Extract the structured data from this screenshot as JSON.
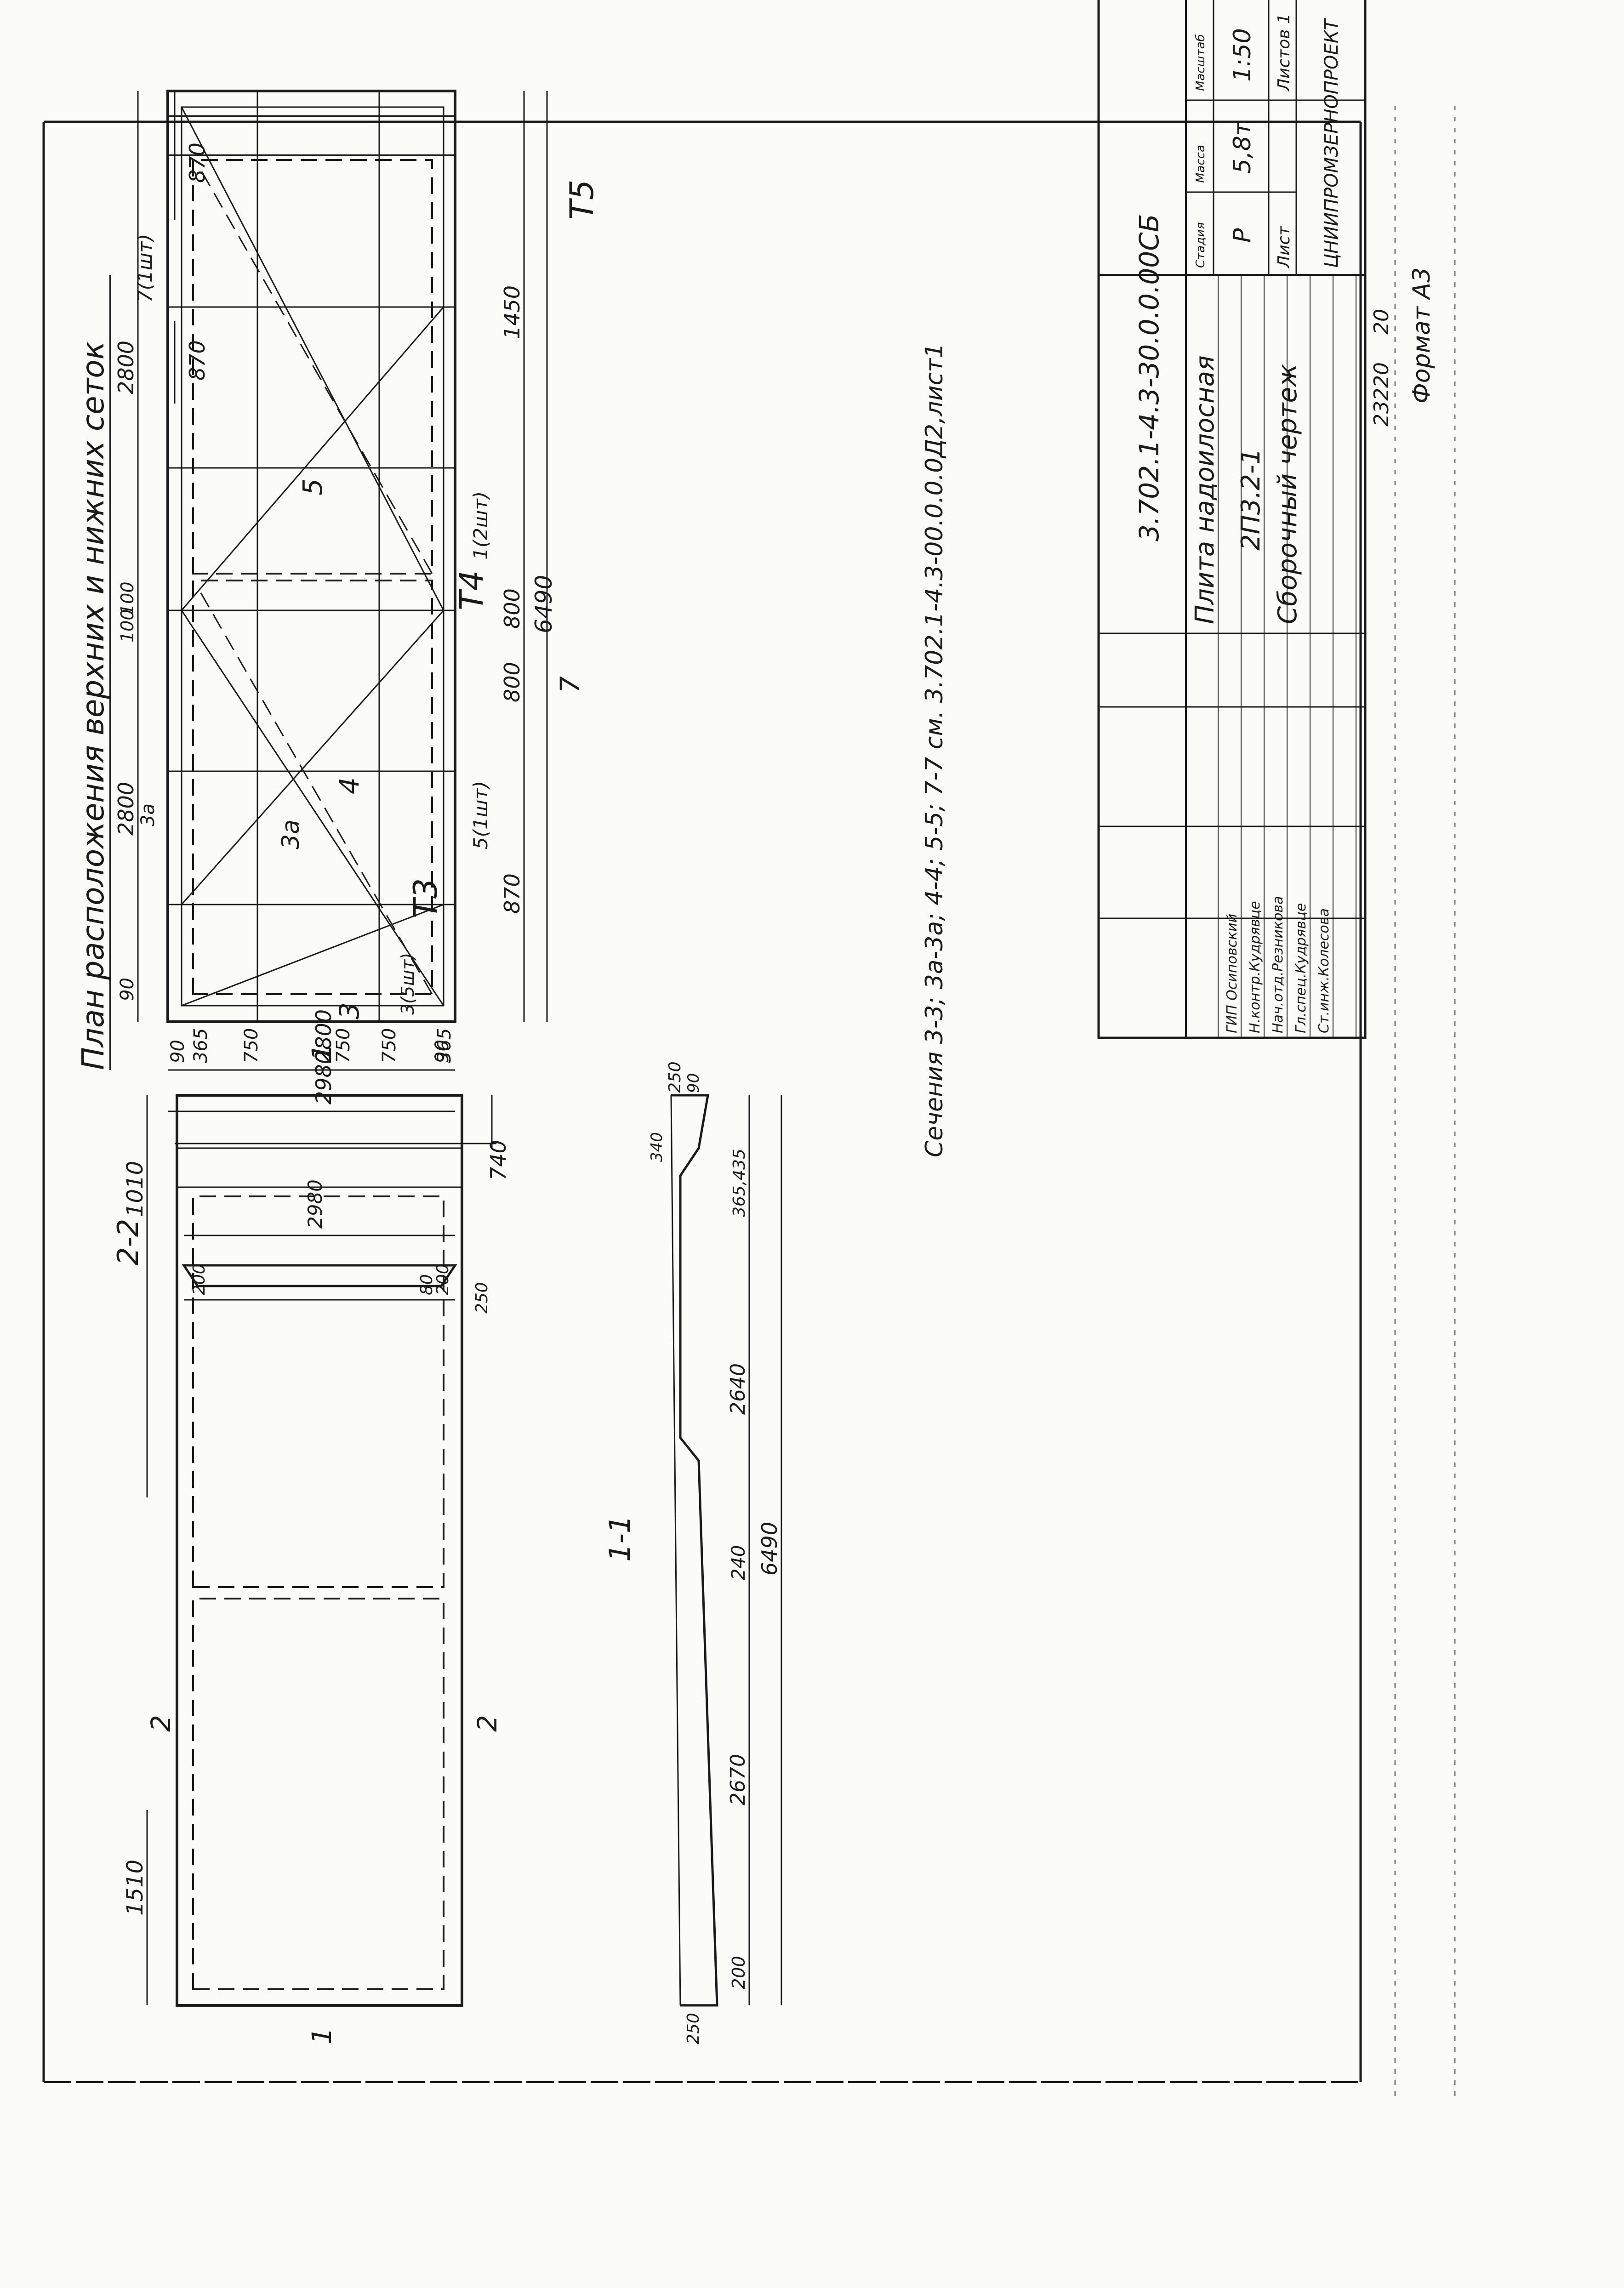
{
  "sheet": {
    "plan_title": "План расположения верхних и нижних сеток",
    "section_2_2_title": "2-2",
    "section_1_1_title": "1-1",
    "sections_note": "Сечения 3-3; 3а-3а; 4-4; 5-5; 7-7 см. 3.702.1-4.3-00.0.0.0Д2,лист1",
    "bottom_note_1": "23220",
    "bottom_note_2": "20",
    "format_label": "Формат А3"
  },
  "plan": {
    "marks": {
      "T5": "Т5",
      "T4": "Т4",
      "T3": "Т3",
      "cut5": "5",
      "cut4": "4",
      "cut3": "3",
      "cut3a": "3а",
      "cut7": "7"
    },
    "notes": {
      "n7": "7(1шт)",
      "n1": "1(2шт)",
      "n5": "5(1шт)",
      "n3": "3(5шт)"
    },
    "dims_top": [
      "870",
      "870"
    ],
    "dims_bottom": [
      "870",
      "800",
      "800",
      "1450"
    ],
    "dims_upper": [
      "90",
      "2800",
      "100",
      "100",
      "2800"
    ],
    "dim_3a": "3а",
    "overall_length": "6490",
    "width_dims": [
      "90",
      "2800",
      "90"
    ],
    "overall_width": "2980"
  },
  "view_1": {
    "dim_1010": "1010",
    "dim_1510": "1510",
    "dim_740": "740",
    "top_dims": [
      "365",
      "750",
      "750",
      "750",
      "365"
    ],
    "cut_mark_1": "1",
    "cut_mark_2": "2"
  },
  "view_2_2": {
    "overall": "2980",
    "left": "200",
    "right": "200",
    "thickness": "250",
    "slab": "80"
  },
  "view_1_1": {
    "dims": [
      "200",
      "2670",
      "240",
      "2640",
      "365,435"
    ],
    "overall": "6490",
    "left_h": "250",
    "right_h": "250",
    "top_a": "90",
    "top_b": "340"
  },
  "title_block": {
    "doc_code": "3.702.1-4.3-30.0.0.00СБ",
    "name_line1": "Плита надоилосная",
    "name_line2": "2П3.2-1",
    "name_line3": "Сборочный чертеж",
    "col_stage": "Стадия",
    "col_mass": "Масса",
    "col_scale": "Масштаб",
    "stage": "Р",
    "mass": "5,8т",
    "scale": "1:50",
    "sheet_label": "Лист",
    "sheets_label": "Листов 1",
    "org": "ЦНИИПРОМЗЕРНОПРОЕКТ",
    "signers": [
      "ГИП Осиповский",
      "Н.контр.Кудрявце",
      "Нач.отд.Резникова",
      "Гл.спец.Кудрявце",
      "Ст.инж.Колесова"
    ]
  }
}
